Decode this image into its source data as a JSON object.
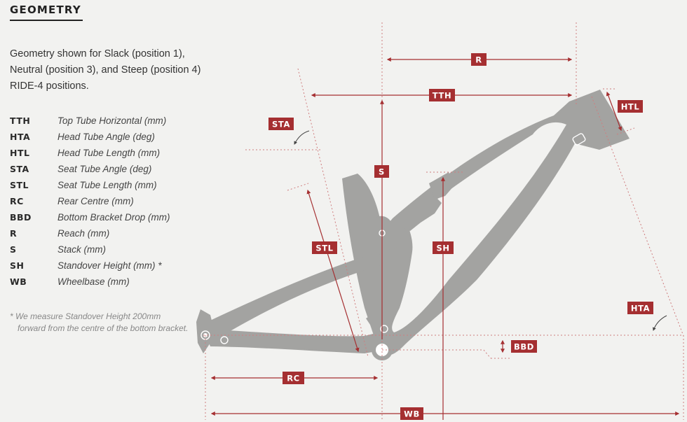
{
  "heading": "GEOMETRY",
  "intro": "Geometry shown for Slack (position 1), Neutral (position 3), and Steep (position 4) RIDE-4 positions.",
  "legend": [
    {
      "abbr": "TTH",
      "desc": "Top Tube Horizontal (mm)"
    },
    {
      "abbr": "HTA",
      "desc": "Head Tube Angle (deg)"
    },
    {
      "abbr": "HTL",
      "desc": "Head Tube Length (mm)"
    },
    {
      "abbr": "STA",
      "desc": "Seat Tube Angle (deg)"
    },
    {
      "abbr": "STL",
      "desc": "Seat Tube Length (mm)"
    },
    {
      "abbr": "RC",
      "desc": "Rear Centre (mm)"
    },
    {
      "abbr": "BBD",
      "desc": "Bottom Bracket Drop (mm)"
    },
    {
      "abbr": "R",
      "desc": "Reach (mm)"
    },
    {
      "abbr": "S",
      "desc": "Stack (mm)"
    },
    {
      "abbr": "SH",
      "desc": "Standover Height (mm) *"
    },
    {
      "abbr": "WB",
      "desc": "Wheelbase (mm)"
    }
  ],
  "footnote": "* We measure Standover Height 200mm forward from the centre of the bottom bracket.",
  "diagram_labels": {
    "r": "R",
    "tth": "TTH",
    "htl": "HTL",
    "sta": "STA",
    "s": "S",
    "stl": "STL",
    "sh": "SH",
    "hta": "HTA",
    "bbd": "BBD",
    "rc": "RC",
    "wb": "WB"
  },
  "colors": {
    "accent": "#a52f31",
    "frame": "#a3a3a1",
    "background": "#f2f2f0",
    "text": "#2a2a2a"
  }
}
